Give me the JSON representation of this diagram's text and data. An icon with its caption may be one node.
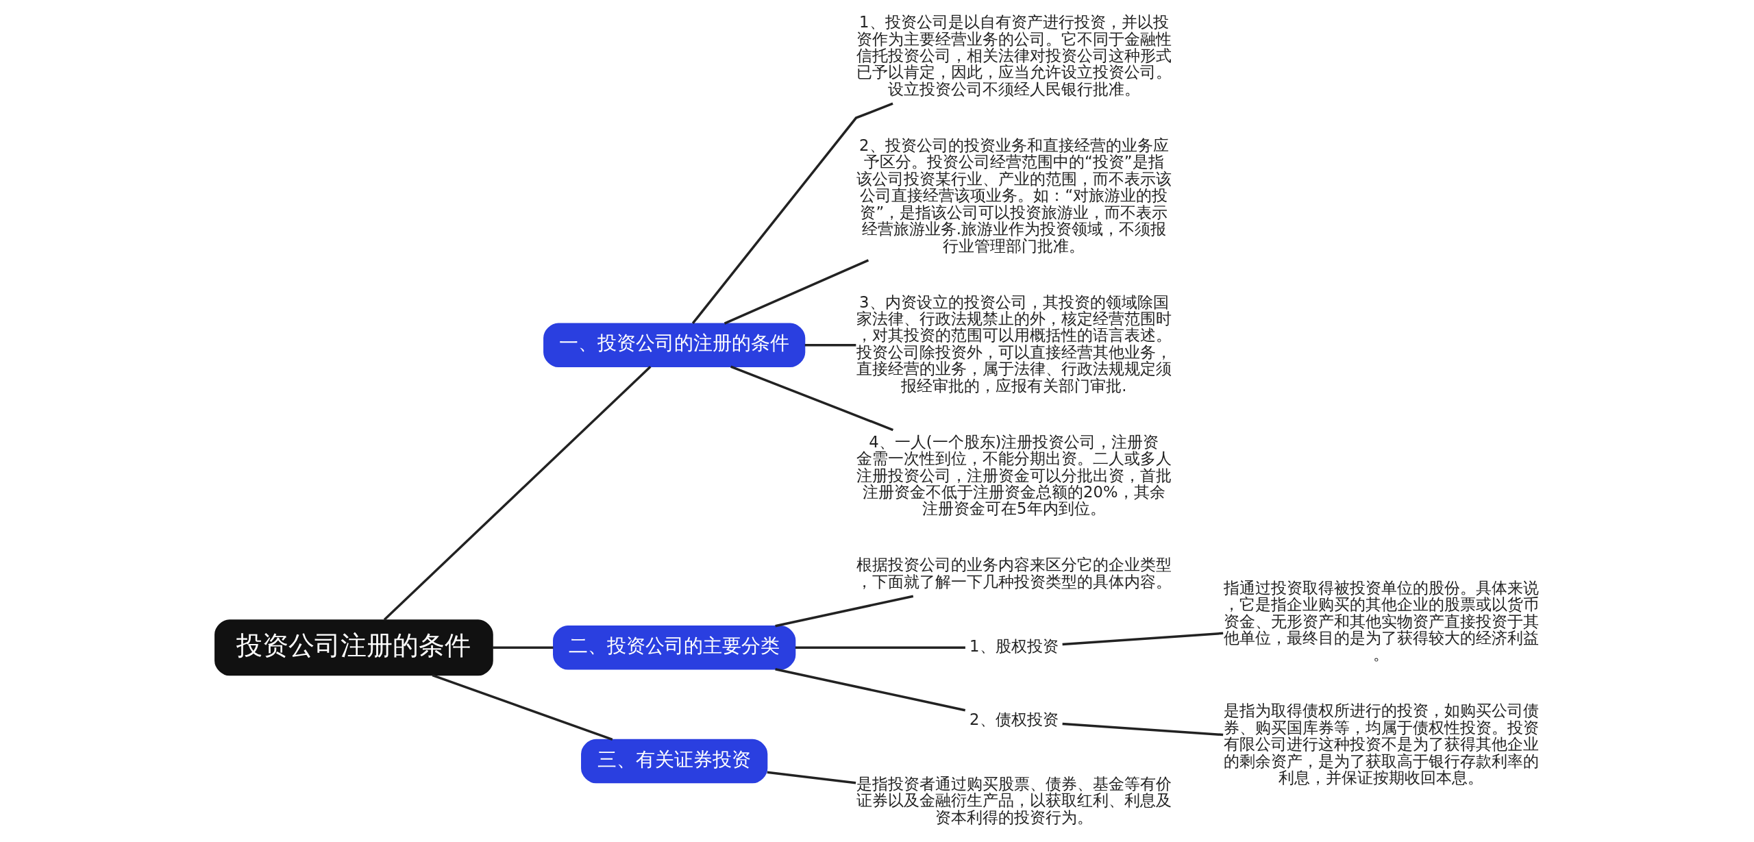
{
  "diagram": {
    "nodes": [
      {
        "text": [
          "投资公司注册的条件"
        ]
      },
      {
        "text": [
          "一、投资公司的注册的条件"
        ]
      },
      {
        "text": [
          "1、投资公司是以自有资产进行投资，并以投资作为主要经营业务的公司。它不同于金融性信托投资公司，相关法律对投资公司这种形式已予以肯定，因此，应当允许设立投资公司。设立投资公司不须经人民银行批准。"
        ]
      },
      {
        "text": [
          "2、投资公司的投资业务和直接经营的业务应予区分。投资公司经营范围中的“投资”是指该公司投资某行业、产业的范围，而不表示该公司直接经营该项业务。如：“对旅游业的投资”，是指该公司可以投资旅游业，而不表示经营旅游业务.旅游业作为投资领域，不须报行业管理部门批准。"
        ]
      },
      {
        "text": [
          "3、内资设立的投资公司，其投资的领域除国家法律、行政法规禁止的外，核定经营范围时，对其投资的范围可以用概括性的语言表述。投资公司除投资外，可以直接经营其他业务，直接经营的业务，属于法律、行政法规规定须报经审批的，应报有关部门审批."
        ]
      },
      {
        "text": [
          "4、一人(一个股东)注册投资公司，注册资金需一次性到位，不能分期出资。二人或多人注册投资公司，注册资金可以分批出资，首批注册资金不低于注册资金总额的20%，其余注册资金可在5年内到位。"
        ]
      },
      {
        "text": [
          "二、投资公司的主要分类"
        ]
      },
      {
        "text": [
          "根据投资公司的业务内容来区分它的企业类型，下面就了解一下几种投资类型的具体内容。"
        ]
      },
      {
        "text": [
          "1、股权投资"
        ]
      },
      {
        "text": [
          "指通过投资取得被投资单位的股份。具体来说，它是指企业购买的其他企业的股票或以货币资金、无形资产和其他实物资产直接投资于其他单位，最终目的是为了获得较大的经济利益。"
        ]
      },
      {
        "text": [
          "2、债权投资"
        ]
      },
      {
        "text": [
          "是指为取得债权所进行的投资，如购买公司债券、购买国库券等，均属于债权性投资。投资有限公司进行这种投资不是为了获得其他企业的剩余资产，是为了获取高于银行存款利率的利息，并保证按期收回本息。"
        ]
      },
      {
        "text": [
          "三、有关证券投资"
        ]
      },
      {
        "text": [
          "是指投资者通过购买股票、债券、基金等有价证券以及金融衍生产品，以获取红利、利息及资本利得的投资行为。"
        ]
      }
    ],
    "edges": [
      {
        "from": 0,
        "to": 1,
        "arrow": "none"
      },
      {
        "from": 1,
        "to": 2,
        "arrow": "none"
      },
      {
        "from": 1,
        "to": 3,
        "arrow": "none"
      },
      {
        "from": 1,
        "to": 4,
        "arrow": "none"
      },
      {
        "from": 1,
        "to": 5,
        "arrow": "none"
      },
      {
        "from": 0,
        "to": 6,
        "arrow": "none"
      },
      {
        "from": 6,
        "to": 7,
        "arrow": "none"
      },
      {
        "from": 6,
        "to": 8,
        "arrow": "none"
      },
      {
        "from": 8,
        "to": 9,
        "arrow": "none"
      },
      {
        "from": 6,
        "to": 10,
        "arrow": "none"
      },
      {
        "from": 10,
        "to": 11,
        "arrow": "none"
      },
      {
        "from": 0,
        "to": 12,
        "arrow": "none"
      },
      {
        "from": 12,
        "to": 13,
        "arrow": "none"
      }
    ]
  }
}
